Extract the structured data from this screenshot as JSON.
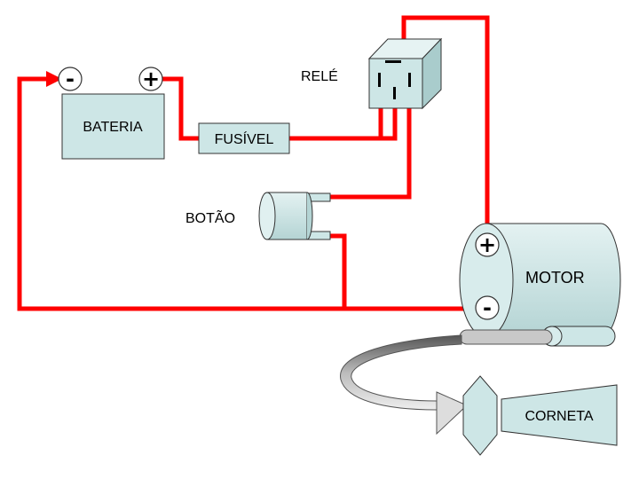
{
  "labels": {
    "battery": "BATERIA",
    "fuse": "FUSÍVEL",
    "relay": "RELÉ",
    "button": "BOTÃO",
    "motor": "MOTOR",
    "horn": "CORNETA"
  },
  "terminals": {
    "battery_negative": "-",
    "battery_positive": "+",
    "motor_positive": "+",
    "motor_negative": "-"
  },
  "colors": {
    "wire": "#ff0000",
    "component_fill": "#cde6e6",
    "component_stroke": "#333333",
    "terminal_fill": "#ffffff",
    "shaft_fill": "#c8c8c8"
  }
}
